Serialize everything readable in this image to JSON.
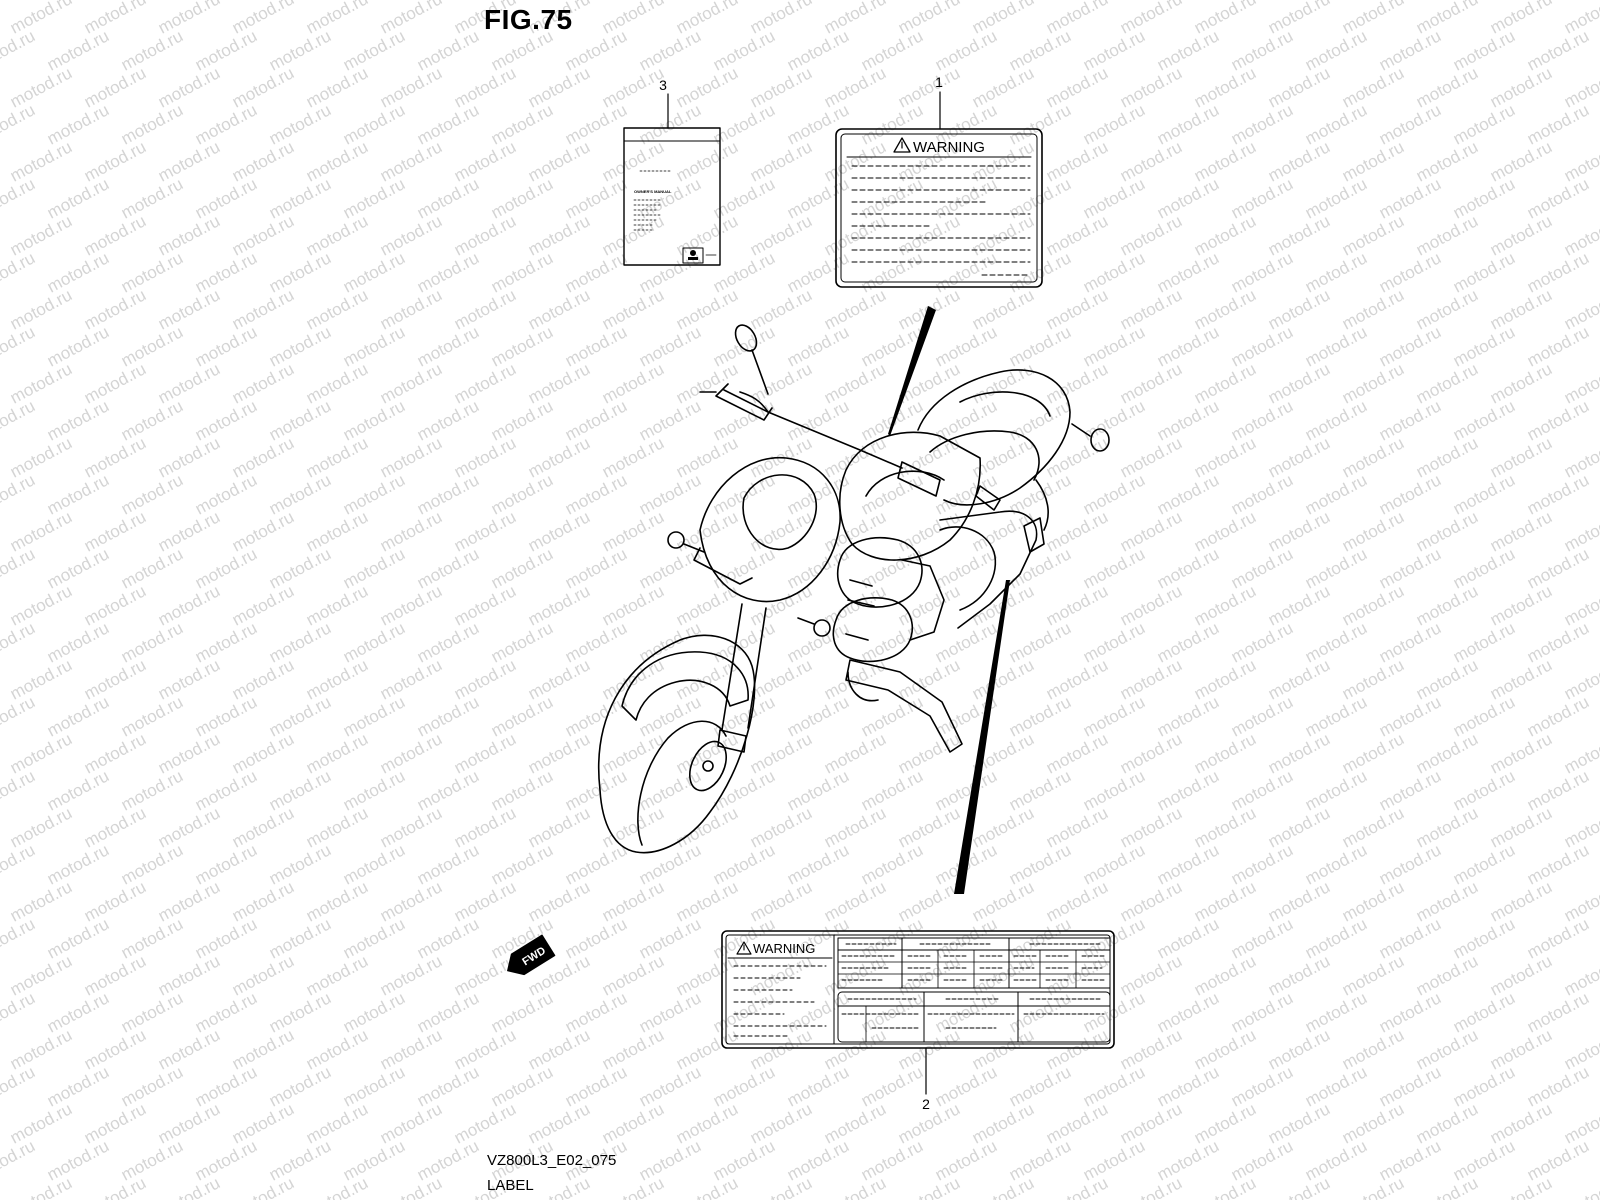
{
  "figure": {
    "title": "FIG.75",
    "code": "VZ800L3_E02_075",
    "name": "LABEL"
  },
  "watermark": {
    "text": "motod.ru",
    "color": "#d4d4d4"
  },
  "parts": [
    {
      "number": "1",
      "label_heading": "WARNING"
    },
    {
      "number": "2",
      "label_heading": "WARNING"
    },
    {
      "number": "3",
      "manual_caption": "OWNER'S MANUAL"
    }
  ],
  "direction_badge": {
    "text": "FWD"
  }
}
